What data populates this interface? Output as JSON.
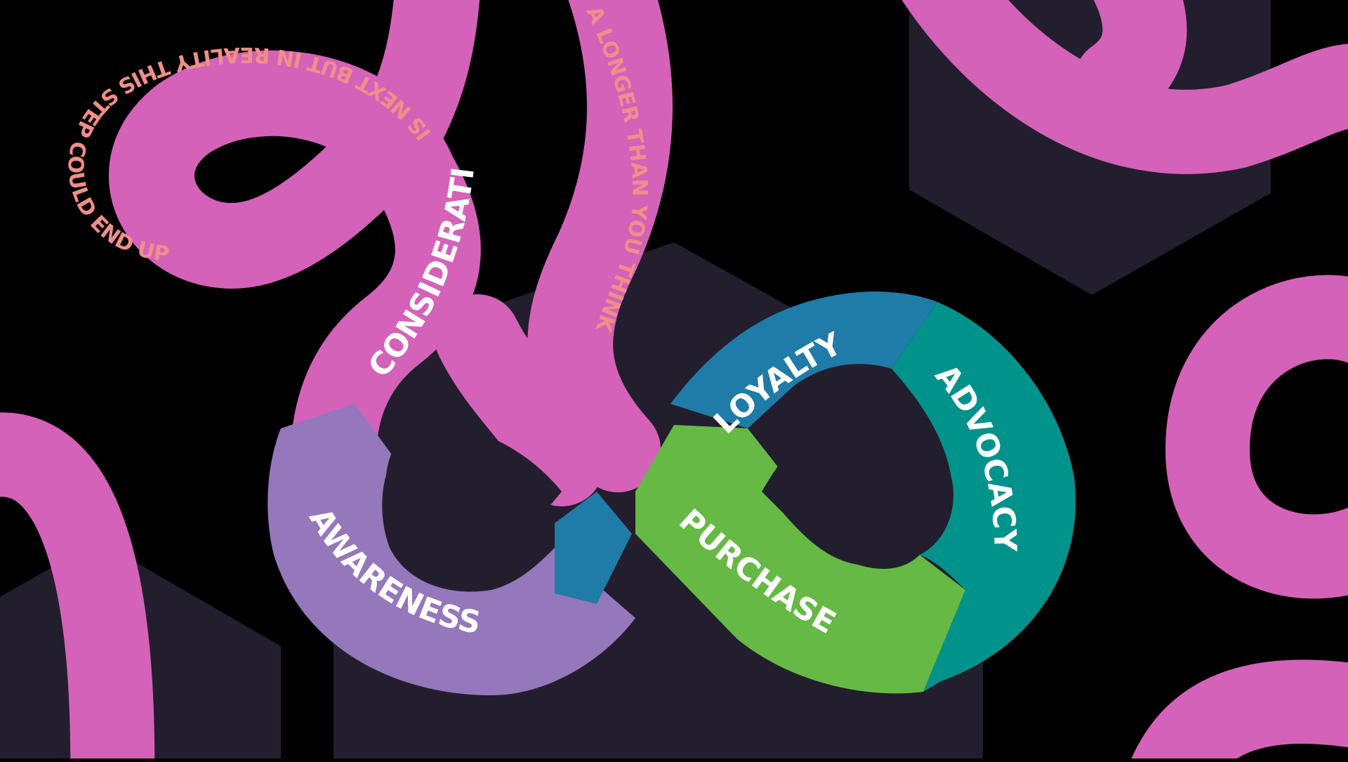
{
  "colors": {
    "background": "#000000",
    "block": "#231e2d",
    "ribbon": "#d462b8",
    "awareness": "#9577bb",
    "consideration": "#d462b8",
    "purchase": "#66b944",
    "loyalty": "#1f7ba7",
    "advocacy": "#02928c",
    "label": "#ffffff",
    "pathText": "#f08e8a"
  },
  "stages": {
    "awareness": "AWARENESS",
    "consideration": "CONSIDERATION",
    "purchase": "PURCHASE",
    "loyalty": "LOYALTY",
    "advocacy": "ADVOCACY"
  },
  "curve_text": {
    "loop": "IS NEXT BUT IN REALITY THIS STEP COULD END UP",
    "strand": "A LONGER THAN YOU THINK"
  }
}
